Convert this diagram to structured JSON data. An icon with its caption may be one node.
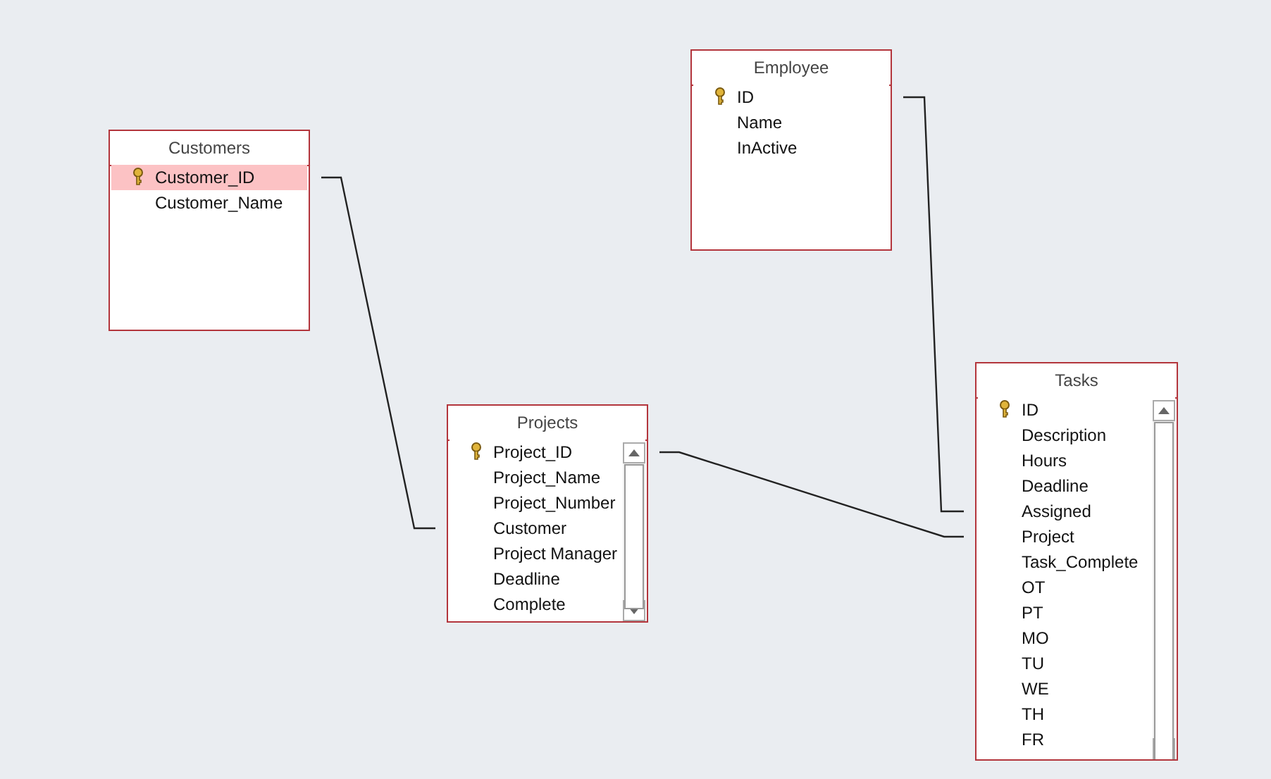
{
  "diagram": {
    "nodes": [
      {
        "text": [
          "Customers"
        ]
      },
      {
        "text": [
          "Customer_ID"
        ],
        "in": 0
      },
      {
        "text": [
          "Customer_Name"
        ],
        "in": 0
      },
      {
        "text": [
          "Employee"
        ]
      },
      {
        "text": [
          "ID"
        ],
        "in": 3
      },
      {
        "text": [
          "Name"
        ],
        "in": 3
      },
      {
        "text": [
          "InActive"
        ],
        "in": 3
      },
      {
        "text": [
          "Projects"
        ]
      },
      {
        "text": [
          "Project_ID"
        ],
        "in": 7
      },
      {
        "text": [
          "Project_Name"
        ],
        "in": 7
      },
      {
        "text": [
          "Project_Number"
        ],
        "in": 7
      },
      {
        "text": [
          "Customer"
        ],
        "in": 7
      },
      {
        "text": [
          "Project Manager"
        ],
        "in": 7
      },
      {
        "text": [
          "Deadline"
        ],
        "in": 7
      },
      {
        "text": [
          "Complete"
        ],
        "in": 7
      },
      {
        "text": [
          "Tasks"
        ]
      },
      {
        "text": [
          "ID"
        ],
        "in": 15
      },
      {
        "text": [
          "Description"
        ],
        "in": 15
      },
      {
        "text": [
          "Hours"
        ],
        "in": 15
      },
      {
        "text": [
          "Deadline"
        ],
        "in": 15
      },
      {
        "text": [
          "Assigned"
        ],
        "in": 15
      },
      {
        "text": [
          "Project"
        ],
        "in": 15
      },
      {
        "text": [
          "Task_Complete"
        ],
        "in": 15
      },
      {
        "text": [
          "OT"
        ],
        "in": 15
      },
      {
        "text": [
          "PT"
        ],
        "in": 15
      },
      {
        "text": [
          "MO"
        ],
        "in": 15
      },
      {
        "text": [
          "TU"
        ],
        "in": 15
      },
      {
        "text": [
          "WE"
        ],
        "in": 15
      },
      {
        "text": [
          "TH"
        ],
        "in": 15
      },
      {
        "text": [
          "FR"
        ],
        "in": 15
      }
    ],
    "edges": [
      {
        "from": 1,
        "to": 11,
        "arrow": "none"
      },
      {
        "from": 4,
        "to": 20,
        "arrow": "none"
      },
      {
        "from": 8,
        "to": 21,
        "arrow": "none"
      }
    ]
  }
}
